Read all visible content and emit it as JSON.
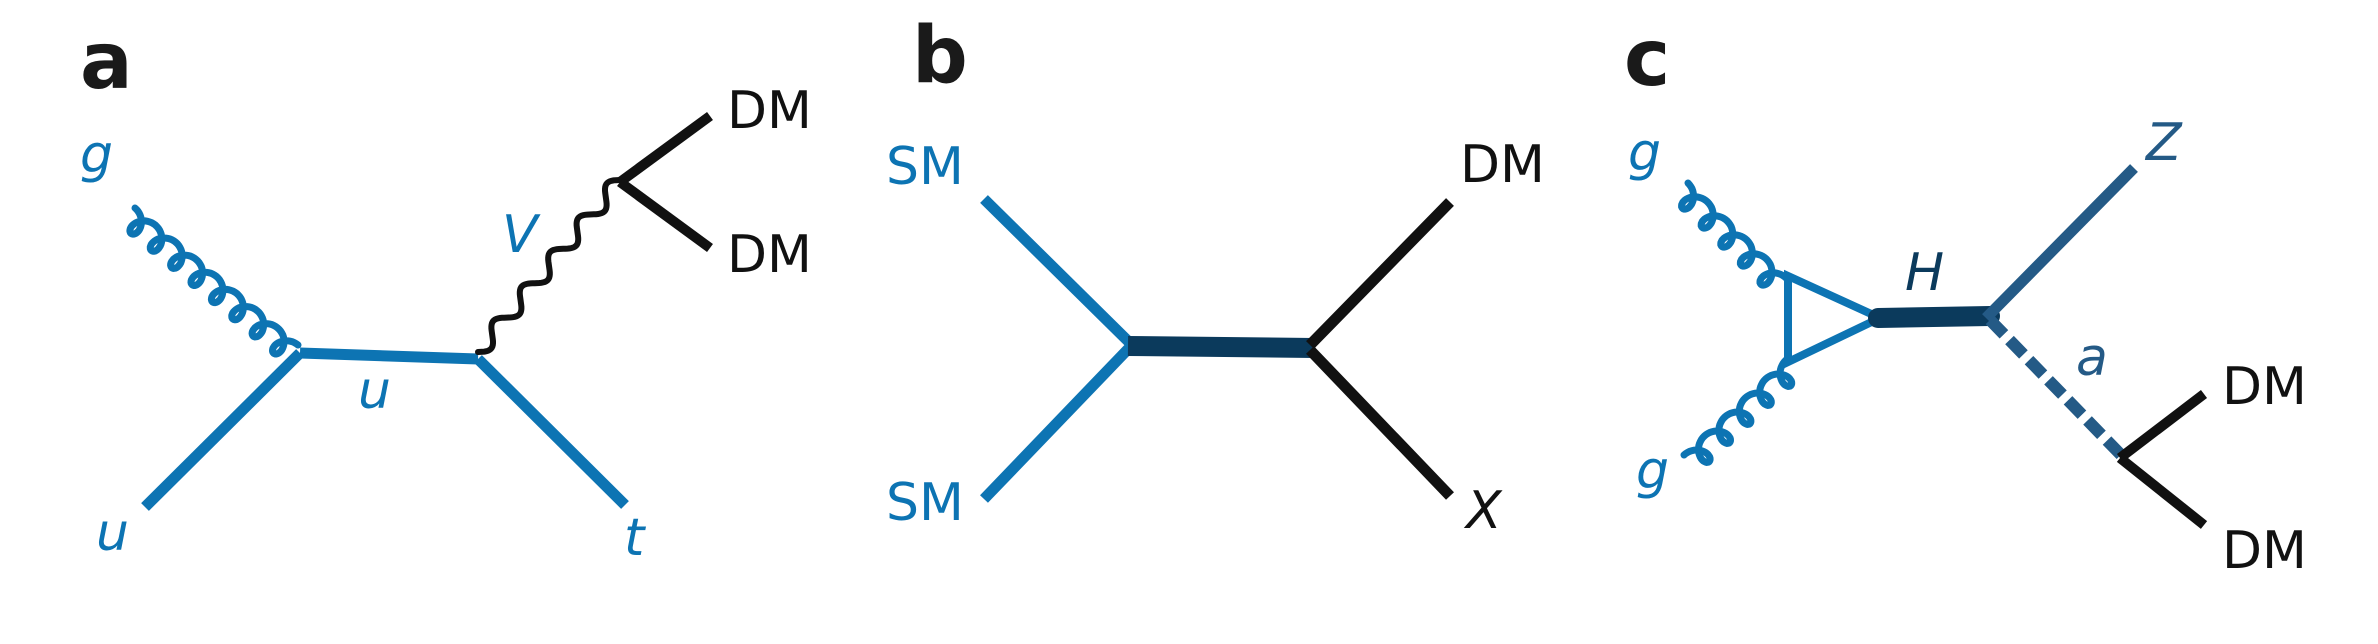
{
  "colors": {
    "blue": "#0d74b3",
    "dark_blue": "#0b3a5c",
    "mid_blue": "#245a86",
    "black": "#111111"
  },
  "panels": {
    "a": {
      "letter": "a",
      "labels": {
        "g": "g",
        "u_in": "u",
        "u_prop": "u",
        "v": "V",
        "t": "t",
        "dm1": "DM",
        "dm2": "DM"
      }
    },
    "b": {
      "letter": "b",
      "labels": {
        "sm1": "SM",
        "sm2": "SM",
        "dm": "DM",
        "x": "X"
      }
    },
    "c": {
      "letter": "c",
      "labels": {
        "g1": "g",
        "g2": "g",
        "h": "H",
        "z": "Z",
        "a": "a",
        "dm1": "DM",
        "dm2": "DM"
      }
    }
  }
}
